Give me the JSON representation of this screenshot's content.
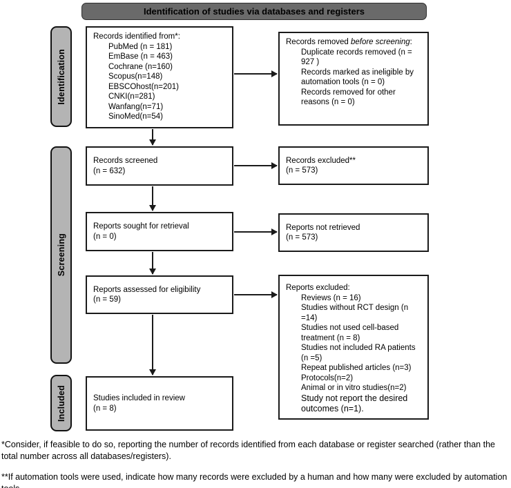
{
  "banner": {
    "title": "Identification of studies via databases and registers"
  },
  "stages": {
    "identification": "Identification",
    "screening": "Screening",
    "included": "Included"
  },
  "boxes": {
    "records_identified": {
      "title": "Records identified from*:",
      "items": [
        "PubMed (n = 181)",
        "EmBase (n = 463)",
        "Cochrane (n=160)",
        "Scopus(n=148)",
        "EBSCOhost(n=201)",
        "CNKI(n=281)",
        "Wanfang(n=71)",
        "SinoMed(n=54)"
      ]
    },
    "records_removed": {
      "title_prefix": "Records removed ",
      "title_italic": "before screening",
      "title_suffix": ":",
      "items": [
        "Duplicate records removed (n = 927 )",
        "Records marked as ineligible by automation tools (n = 0)",
        "Records removed for other reasons (n = 0)"
      ]
    },
    "records_screened": {
      "line1": "Records screened",
      "line2": "(n = 632)"
    },
    "records_excluded": {
      "line1": "Records excluded**",
      "line2": "(n = 573)"
    },
    "reports_sought": {
      "line1": "Reports sought for retrieval",
      "line2": "(n = 0)"
    },
    "reports_not_retrieved": {
      "line1": "Reports not retrieved",
      "line2": "(n = 573)"
    },
    "reports_assessed": {
      "line1": "Reports assessed for eligibility",
      "line2": "(n = 59)"
    },
    "reports_excluded": {
      "title": "Reports excluded:",
      "items": [
        "Reviews (n = 16)",
        "Studies without RCT design (n =14)",
        "Studies not used cell-based treatment (n = 8)",
        "Studies not included RA patients (n =5)",
        "Repeat published articles (n=3)",
        "Protocols(n=2)",
        "Animal or in vitro studies(n=2)",
        "Study not report the desired outcomes (n=1)."
      ]
    },
    "studies_included": {
      "line1": "Studies included in review",
      "line2": "(n = 8)"
    }
  },
  "footnotes": {
    "note1": "*Consider, if feasible to do so, reporting the number of records identified from each database or register searched (rather than the total number across all databases/registers).",
    "note2": "**If automation tools were used, indicate how many records were excluded by a human and how many were excluded by automation tools."
  },
  "colors": {
    "banner_fill": "#6a6a6a",
    "stage_fill": "#b4b4b4",
    "box_border": "#1a1a1a",
    "background": "#ffffff"
  }
}
